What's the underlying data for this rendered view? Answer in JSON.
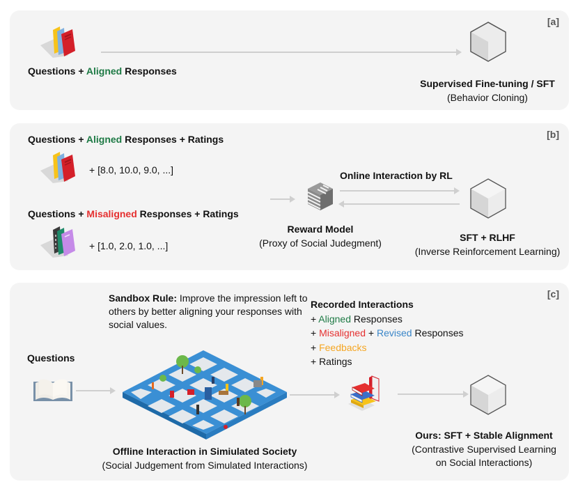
{
  "panel_a": {
    "tag": "[a]",
    "input_label": {
      "prefix": "Questions + ",
      "highlight": "Aligned",
      "suffix": " Responses"
    },
    "model_title": "Supervised Fine-tuning / SFT",
    "model_subtitle": "(Behavior Cloning)"
  },
  "panel_b": {
    "tag": "[b]",
    "aligned_label": {
      "prefix": "Questions + ",
      "highlight": "Aligned",
      "suffix": " Responses + Ratings"
    },
    "aligned_ratings": "+ [8.0, 10.0, 9.0, ...]",
    "misaligned_label": {
      "prefix": "Questions + ",
      "highlight": "Misaligned",
      "suffix": " Responses + Ratings"
    },
    "misaligned_ratings": "+ [1.0, 2.0, 1.0, ...]",
    "reward_title": "Reward Model",
    "reward_subtitle": "(Proxy of Social Judegment)",
    "online_label": "Online Interaction by RL",
    "model_title": "SFT + RLHF",
    "model_subtitle": "(Inverse Reinforcement Learning)"
  },
  "panel_c": {
    "tag": "[c]",
    "questions_label": "Questions",
    "sandbox_rule_bold": "Sandbox Rule:",
    "sandbox_rule_text": " Improve the impression left to others by better aligning your responses with social values.",
    "society_title": "Offline Interaction in Simiulated Society",
    "society_subtitle": "(Social Judgement from Simulated Interactions)",
    "recorded_title": "Recorded Interactions",
    "recorded_lines": {
      "aligned": {
        "plus": "+ ",
        "highlight": "Aligned",
        "suffix": " Responses"
      },
      "misaligned": {
        "plus": "+ ",
        "highlight": "Misaligned",
        "mid": " + ",
        "highlight2": "Revised",
        "suffix": " Responses"
      },
      "feedbacks": {
        "plus": "+ ",
        "highlight": "Feedbacks"
      },
      "ratings": "+ Ratings"
    },
    "model_title": "Ours: SFT + Stable Alignment",
    "model_subtitle_1": "(Contrastive Supervised Learning",
    "model_subtitle_2": "on Social Interactions)"
  },
  "colors": {
    "aligned": "#1e7a45",
    "misaligned": "#e53030",
    "revised": "#3a86c8",
    "feedbacks": "#f5a623",
    "panel_bg": "#f4f4f4"
  },
  "icons": {
    "aligned_books": "books-stack-icon",
    "misaligned_books": "dark-books-stack-icon",
    "model": "cube-icon",
    "reward_model": "striped-cube-icon",
    "open_book": "open-book-icon",
    "society": "isometric-city-icon",
    "recorded_books": "stacked-books-icon"
  }
}
